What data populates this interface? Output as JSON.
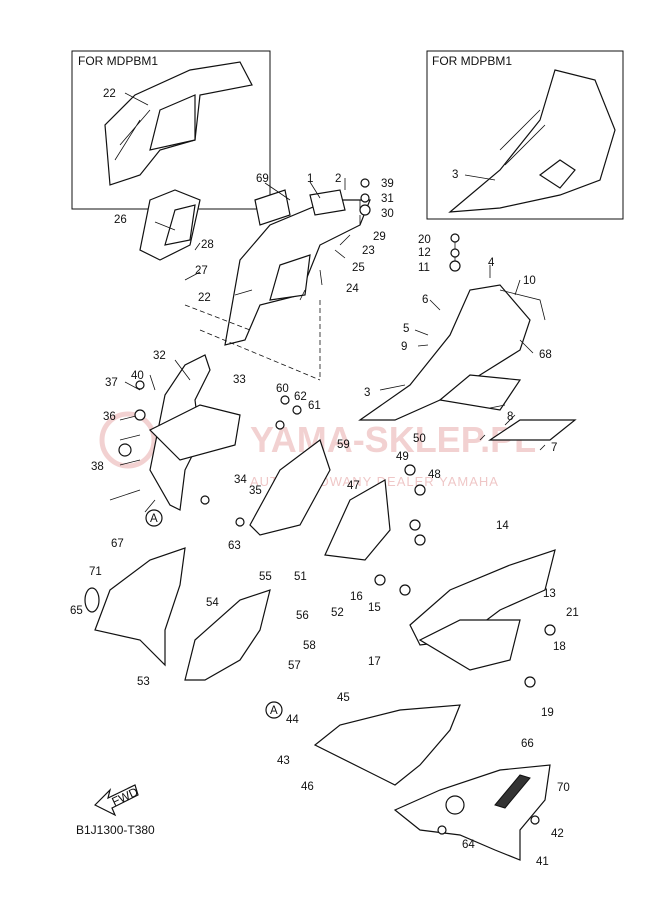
{
  "insets": [
    {
      "title": "FOR MDPBM1",
      "callout": "22"
    },
    {
      "title": "FOR MDPBM1",
      "callout": "3"
    }
  ],
  "callouts": [
    "1",
    "2",
    "3",
    "4",
    "5",
    "6",
    "7",
    "8",
    "9",
    "10",
    "11",
    "12",
    "13",
    "14",
    "15",
    "16",
    "17",
    "18",
    "19",
    "20",
    "21",
    "22",
    "23",
    "24",
    "25",
    "26",
    "27",
    "28",
    "29",
    "30",
    "31",
    "32",
    "33",
    "34",
    "35",
    "36",
    "37",
    "38",
    "39",
    "40",
    "41",
    "42",
    "43",
    "44",
    "45",
    "46",
    "47",
    "48",
    "49",
    "50",
    "51",
    "52",
    "53",
    "54",
    "55",
    "56",
    "57",
    "58",
    "59",
    "60",
    "61",
    "62",
    "63",
    "64",
    "65",
    "66",
    "67",
    "68",
    "69",
    "70",
    "71",
    "A"
  ],
  "fwd_label": "FWD",
  "diagram_code": "B1J1300-T380",
  "watermark": {
    "text": "YAMA-SKLEP.PL",
    "subtext": "AUTORYZOWANY DEALER YAMAHA"
  }
}
